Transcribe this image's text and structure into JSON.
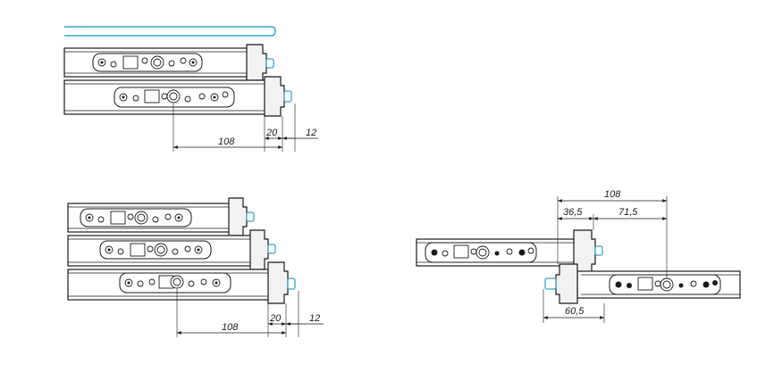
{
  "figures": {
    "top_left": {
      "dim_total": "108",
      "dim_block": "20",
      "dim_pin": "12"
    },
    "bottom_left": {
      "dim_total": "108",
      "dim_block": "20",
      "dim_pin": "12"
    },
    "right": {
      "dim_total": "108",
      "dim_left": "36,5",
      "dim_right": "71,5",
      "dim_bottom": "60,5"
    }
  },
  "colors": {
    "outline": "#1a1a1a",
    "accent_pin": "#2fa8c8",
    "background": "#ffffff"
  }
}
